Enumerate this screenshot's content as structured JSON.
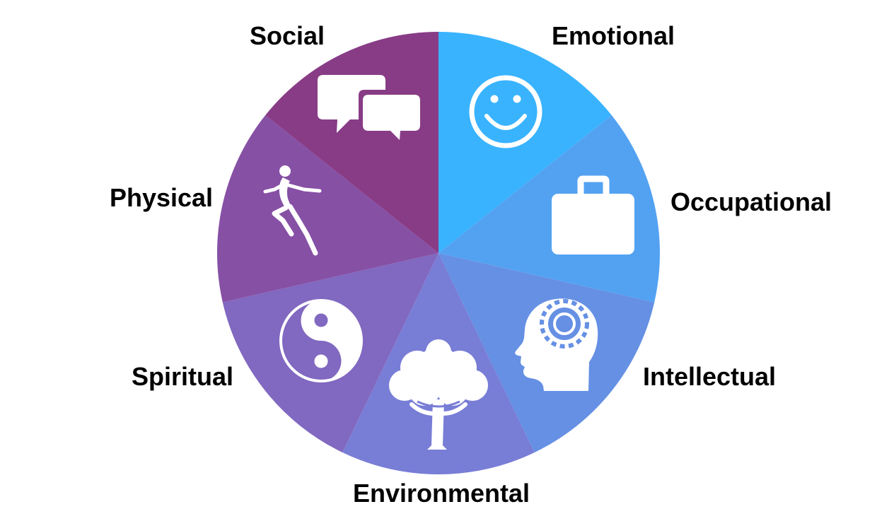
{
  "wheel": {
    "dimensions": [
      {
        "id": "emotional",
        "label": "Emotional",
        "color": "#39B3FE",
        "icon": "smiley-face-icon"
      },
      {
        "id": "occupational",
        "label": "Occupational",
        "color": "#53A2F2",
        "icon": "briefcase-icon"
      },
      {
        "id": "intellectual",
        "label": "Intellectual",
        "color": "#6590E4",
        "icon": "head-gear-icon"
      },
      {
        "id": "environmental",
        "label": "Environmental",
        "color": "#787DD6",
        "icon": "tree-icon"
      },
      {
        "id": "spiritual",
        "label": "Spiritual",
        "color": "#8168C0",
        "icon": "yin-yang-icon"
      },
      {
        "id": "physical",
        "label": "Physical",
        "color": "#8650A5",
        "icon": "runner-icon"
      },
      {
        "id": "social",
        "label": "Social",
        "color": "#883C86",
        "icon": "speech-bubbles-icon"
      }
    ]
  }
}
